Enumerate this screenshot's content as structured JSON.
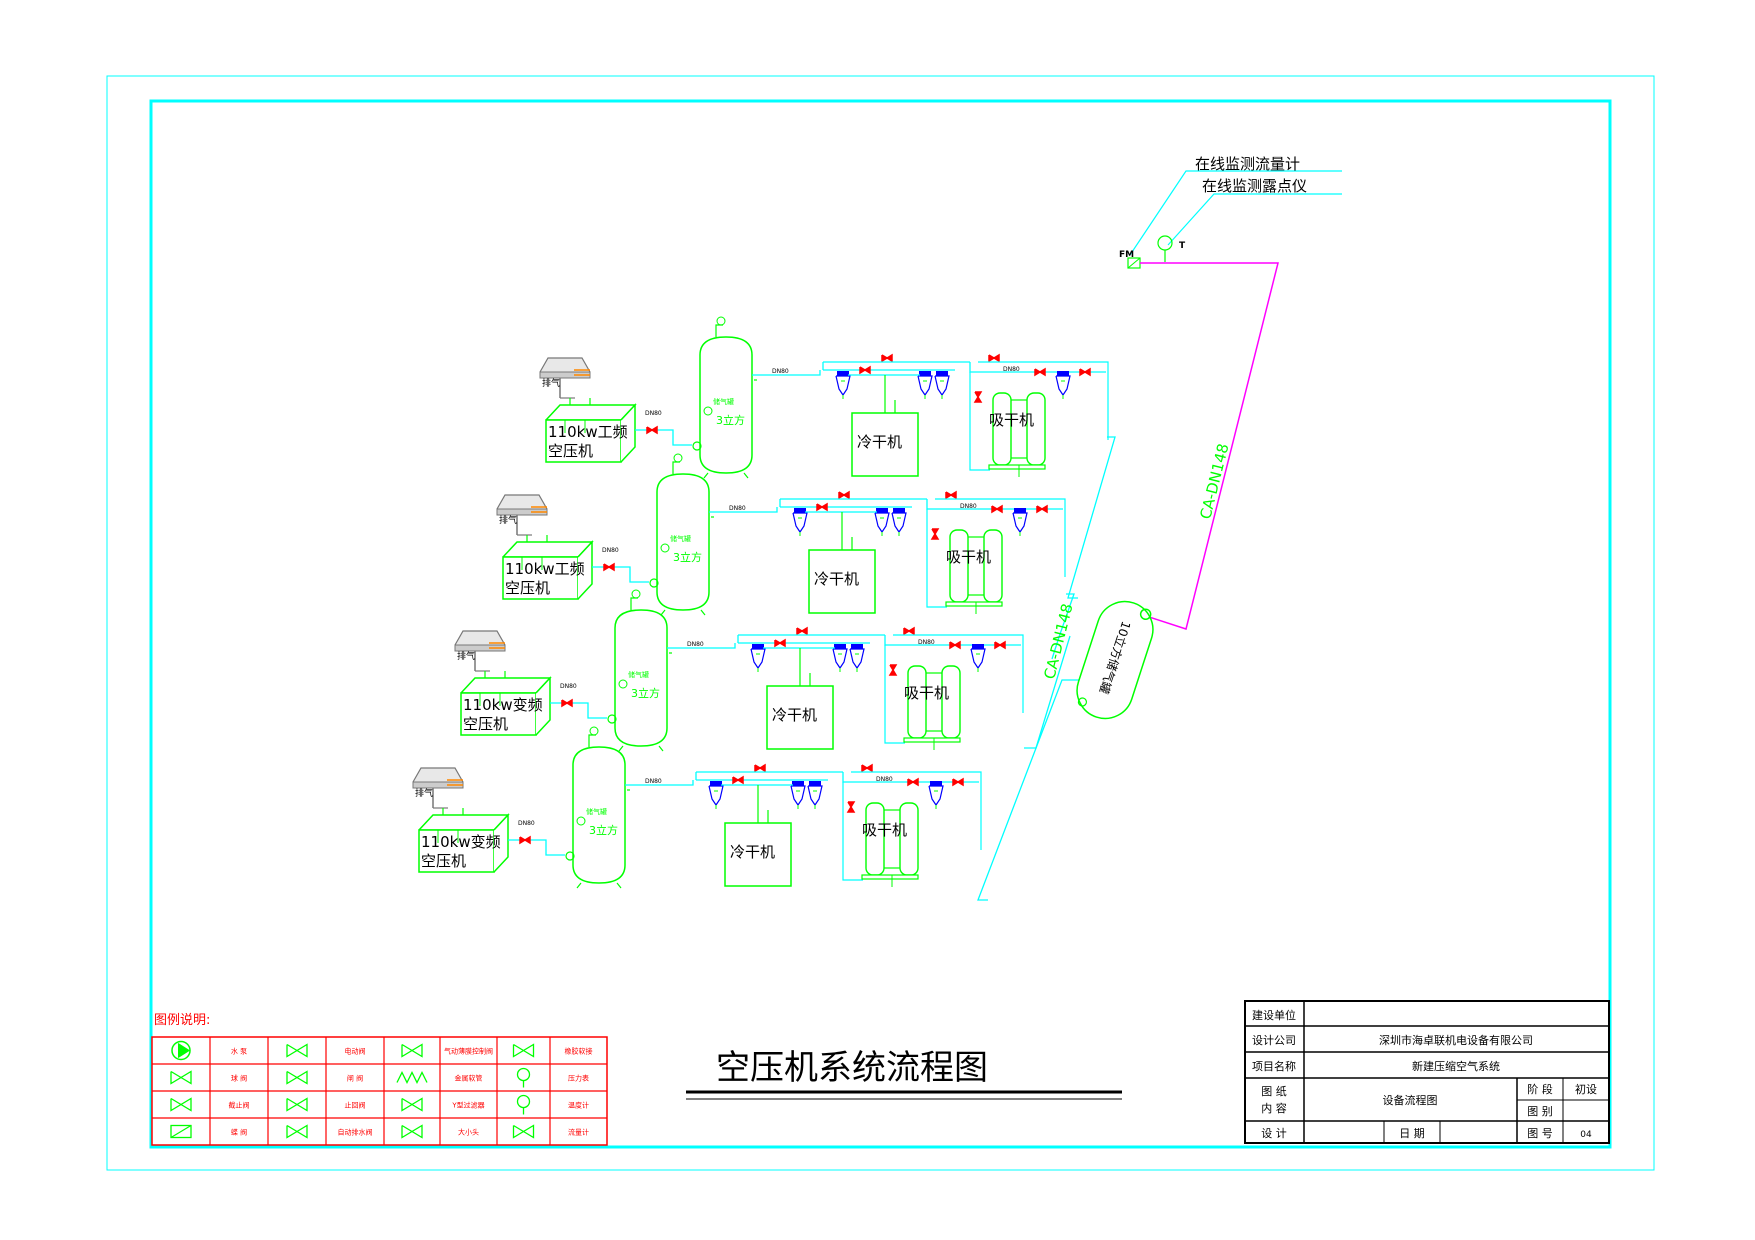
{
  "title": "空压机系统流程图",
  "monitor": {
    "flowmeter_label": "在线监测流量计",
    "dewpoint_label": "在线监测露点仪",
    "fm_tag": "FM",
    "t_tag": "T"
  },
  "main_pipe": {
    "cyan_label": "CA-DN148",
    "magenta_label": "CA-DN148"
  },
  "main_tank_label": "10立方储气罐",
  "pipe_size_label": "DN80",
  "trains": [
    {
      "compressor": [
        "110kw工频",
        "空压机"
      ],
      "tank": [
        "储气罐",
        "3立方"
      ],
      "dryer_cold": "冷干机",
      "dryer_ads": "吸干机",
      "exhaust": "排气"
    },
    {
      "compressor": [
        "110kw工频",
        "空压机"
      ],
      "tank": [
        "储气罐",
        "3立方"
      ],
      "dryer_cold": "冷干机",
      "dryer_ads": "吸干机",
      "exhaust": "排气"
    },
    {
      "compressor": [
        "110kw变频",
        "空压机"
      ],
      "tank": [
        "储气罐",
        "3立方"
      ],
      "dryer_cold": "冷干机",
      "dryer_ads": "吸干机",
      "exhaust": "排气"
    },
    {
      "compressor": [
        "110kw变频",
        "空压机"
      ],
      "tank": [
        "储气罐",
        "3立方"
      ],
      "dryer_cold": "冷干机",
      "dryer_ads": "吸干机",
      "exhaust": "排气"
    }
  ],
  "legend": {
    "heading": "图例说明:",
    "rows": [
      [
        "水 泵",
        "电动阀",
        "气动薄膜控制阀",
        "橡胶软接"
      ],
      [
        "球 阀",
        "闸 阀",
        "金属软管",
        "压力表"
      ],
      [
        "截止阀",
        "止回阀",
        "Y型过滤器",
        "温度计"
      ],
      [
        "蝶 阀",
        "自动排水阀",
        "大小头",
        "流量计"
      ]
    ]
  },
  "title_block": {
    "construction_unit": "建设单位",
    "design_company_label": "设计公司",
    "design_company": "深圳市海卓联机电设备有限公司",
    "project_name_label": "项目名称",
    "project_name": "新建压缩空气系统",
    "drawing_content_label": [
      "图 纸",
      "内 容"
    ],
    "drawing_content": "设备流程图",
    "stage_label": "阶 段",
    "stage": "初设",
    "category_label": "图 别",
    "category": "",
    "design_label": "设 计",
    "date_label": "日 期",
    "drawing_no_label": "图 号",
    "drawing_no": "04"
  },
  "colors": {
    "frame": "#00ffff",
    "pipe": "#00ffff",
    "equipment": "#00ff00",
    "valve": "#ff0000",
    "legend": "#ff0000",
    "main_line": "#ff00ff",
    "filter": "#0000ff",
    "text": "#000000"
  }
}
